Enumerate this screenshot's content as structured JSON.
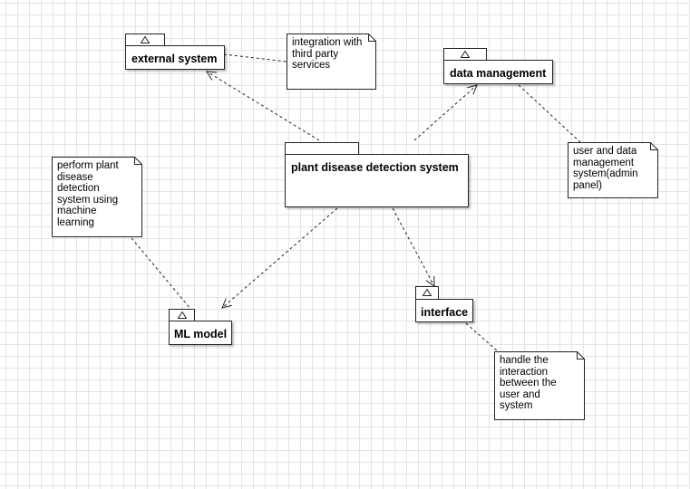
{
  "packages": {
    "external_system": "external system",
    "data_management": "data management",
    "plant_disease_detection": "plant disease detection system",
    "ml_model": "ML model",
    "interface": "interface"
  },
  "notes": {
    "external": "integration with\nthird party\nservices",
    "data": "user and data\nmanagement\nsystem(admin\npanel)",
    "ml": "perform plant\ndisease\ndetection\nsystem using\nmachine\nlearning",
    "interface": "handle the\ninteraction\nbetween the\nuser and\nsystem"
  },
  "colors": {
    "grid": "#e4e4e4",
    "line": "#222222",
    "fill": "#ffffff"
  }
}
